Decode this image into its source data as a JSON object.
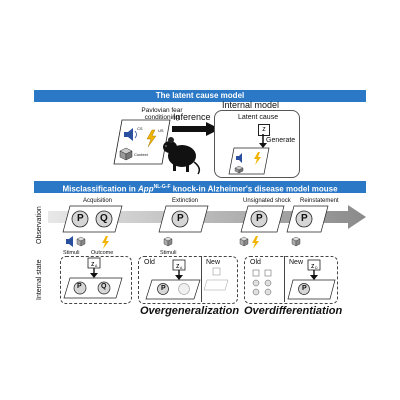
{
  "top": {
    "title": "The latent cause model",
    "left_box_title": "Pavlovian fear conditioning",
    "cs_label": "CS",
    "us_label": "US",
    "context_label": "Context",
    "inference_label": "Inference",
    "internal_model_title": "Internal model",
    "latent_cause_label": "Latent cause",
    "z_label": "z",
    "generate_label": "Generate"
  },
  "bottom": {
    "title_prefix": "Misclassification in ",
    "title_gene": "App",
    "title_sup": "NL-G-F",
    "title_suffix": " knock-in Alzheimer's disease model mouse",
    "row_observation": "Observation",
    "row_internal_state": "Internal state",
    "phases": [
      "Acquisition",
      "Extinction",
      "Unsignated shock",
      "Reinstatement"
    ],
    "stimuli_label": "Stimuli",
    "outcome_label": "Outcome",
    "old_label": "Old",
    "new_label": "New",
    "p_label": "P",
    "q_label": "Q",
    "overgeneralization": "Overgeneralization",
    "overdifferentiation": "Overdifferentiation"
  }
}
